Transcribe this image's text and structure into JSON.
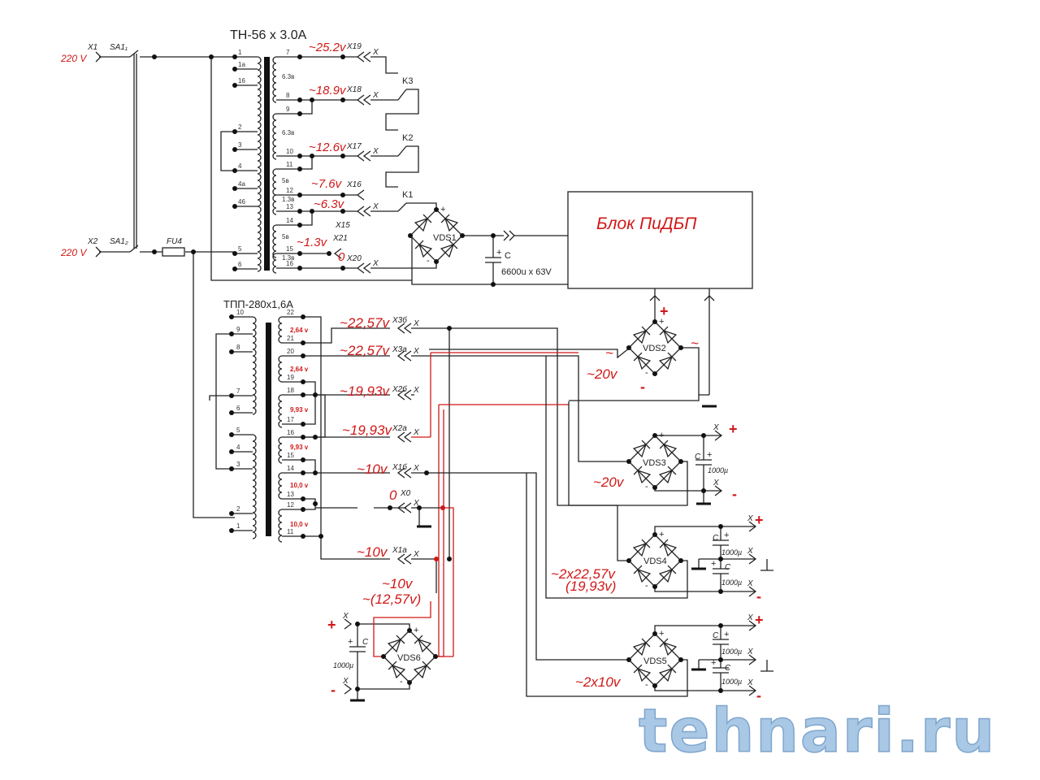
{
  "transformer1": {
    "title": "ТН-56 x 3.0A",
    "primary_pins": [
      "1",
      "1a",
      "16",
      "2",
      "3",
      "4",
      "4a",
      "46",
      "5",
      "6"
    ],
    "secondary_pins": [
      "7",
      "8",
      "9",
      "10",
      "11",
      "12",
      "13",
      "14",
      "15",
      "16"
    ],
    "winding_labels": [
      "6.3в",
      "6.3в",
      "5в",
      "1.3в",
      "5в",
      "1.3в"
    ]
  },
  "mains": {
    "x1": "X1",
    "x2": "X2",
    "v1": "220 V",
    "v2": "220 V",
    "sa1": "SA1₁",
    "sa2": "SA1₂",
    "fuse": "FU4"
  },
  "outputs1": [
    {
      "voltage": "~25.2v",
      "connector": "X19"
    },
    {
      "voltage": "~18.9v",
      "connector": "X18"
    },
    {
      "voltage": "~12.6v",
      "connector": "X17"
    },
    {
      "voltage": "~7.6v",
      "connector": "X16"
    },
    {
      "voltage": "~6.3v",
      "connector": "X15"
    },
    {
      "voltage": "~1.3v",
      "connector": "X21"
    },
    {
      "voltage": "0",
      "connector": "X20"
    }
  ],
  "relays": [
    "K3",
    "K2",
    "K1"
  ],
  "vds1": {
    "label": "VDS1",
    "cap": "C",
    "cap_value": "6600u x 63V"
  },
  "block": {
    "label": "Блок  ПиДБП"
  },
  "transformer2": {
    "title": "ТПП-280х1,6А",
    "primary_pins": [
      "10",
      "9",
      "8",
      "7",
      "6",
      "5",
      "4",
      "3",
      "2",
      "1"
    ],
    "secondary_pins": [
      "22",
      "21",
      "20",
      "19",
      "18",
      "17",
      "16",
      "15",
      "14",
      "13",
      "12",
      "11"
    ],
    "winding_labels": [
      "2,64 v",
      "2,64 v",
      "9,93 v",
      "9,93 v",
      "10,0 v",
      "10,0 v"
    ]
  },
  "outputs2": [
    {
      "voltage": "~22,57v",
      "connector": "X3б"
    },
    {
      "voltage": "~22,57v",
      "connector": "X3a"
    },
    {
      "voltage": "~19,93v",
      "connector": "X2б"
    },
    {
      "voltage": "~19,93v",
      "connector": "X2a"
    },
    {
      "voltage": "~10v",
      "connector": "X1б"
    },
    {
      "voltage": "0",
      "connector": "X0"
    },
    {
      "voltage": "~10v",
      "connector": "X1a"
    }
  ],
  "rectifiers": {
    "vds2": {
      "label": "VDS2",
      "ac": "~20v",
      "tilde": "~",
      "plus": "+",
      "minus": "-"
    },
    "vds3": {
      "label": "VDS3",
      "ac": "~20v",
      "cap": "C",
      "cap_value": "1000µ",
      "plus": "+",
      "minus": "-"
    },
    "vds4": {
      "label": "VDS4",
      "ac": "~2x22,57v",
      "ac2": "(19,93v)",
      "cap": "C",
      "cap_value": "1000µ",
      "plus": "+",
      "minus": "-"
    },
    "vds5": {
      "label": "VDS5",
      "ac": "~2x10v",
      "cap": "C",
      "cap_value": "1000µ",
      "plus": "+",
      "minus": "-"
    },
    "vds6": {
      "label": "VDS6",
      "ac": "~10v",
      "ac2": "~(12,57v)",
      "cap": "C",
      "cap_value": "1000µ",
      "plus": "+",
      "minus": "-"
    }
  },
  "connector_x": "X",
  "watermark": "tehnari.ru",
  "colors": {
    "wire": "#222222",
    "label_red": "#d01818",
    "watermark": "#a9c8e6"
  }
}
